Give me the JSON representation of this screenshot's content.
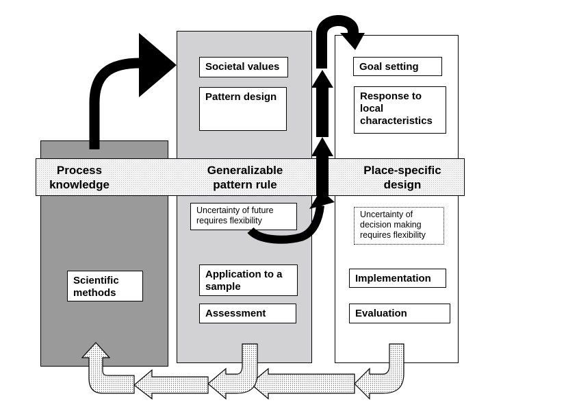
{
  "columns": {
    "left": {
      "band_label": "Process\nknowledge",
      "color": "#9a9a9a"
    },
    "middle": {
      "band_label": "Generalizable\npattern rule",
      "color": "#d2d2d4"
    },
    "right": {
      "band_label": "Place-specific\ndesign",
      "color": "#ffffff"
    }
  },
  "left_boxes": {
    "scientific_methods": "Scientific\nmethods"
  },
  "middle_boxes": {
    "societal_values": "Societal values",
    "pattern_design": "Pattern design",
    "uncertainty_future": "Uncertainty of future\nrequires flexibility",
    "application": "Application to a\nsample",
    "assessment": "Assessment"
  },
  "right_boxes": {
    "goal_setting": "Goal setting",
    "response_local": "Response to\nlocal\ncharacteristics",
    "uncertainty_decision": "Uncertainty of\ndecision making\nrequires flexibility",
    "implementation": "Implementation",
    "evaluation": "Evaluation"
  },
  "icons": {
    "arrow_style_forward": "black-solid-arrow",
    "arrow_style_feedback": "dotted-outline-arrow"
  }
}
